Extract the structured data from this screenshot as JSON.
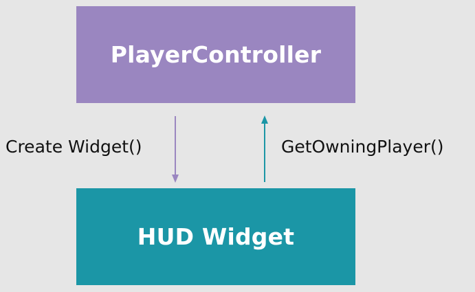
{
  "diagram": {
    "top_box": {
      "label": "PlayerController",
      "color": "#9a86c0"
    },
    "bottom_box": {
      "label": "HUD Widget",
      "color": "#1b96a6"
    },
    "arrow_down": {
      "label": "Create Widget()",
      "color": "#9a86c0"
    },
    "arrow_up": {
      "label": "GetOwningPlayer()",
      "color": "#1b96a6"
    }
  }
}
